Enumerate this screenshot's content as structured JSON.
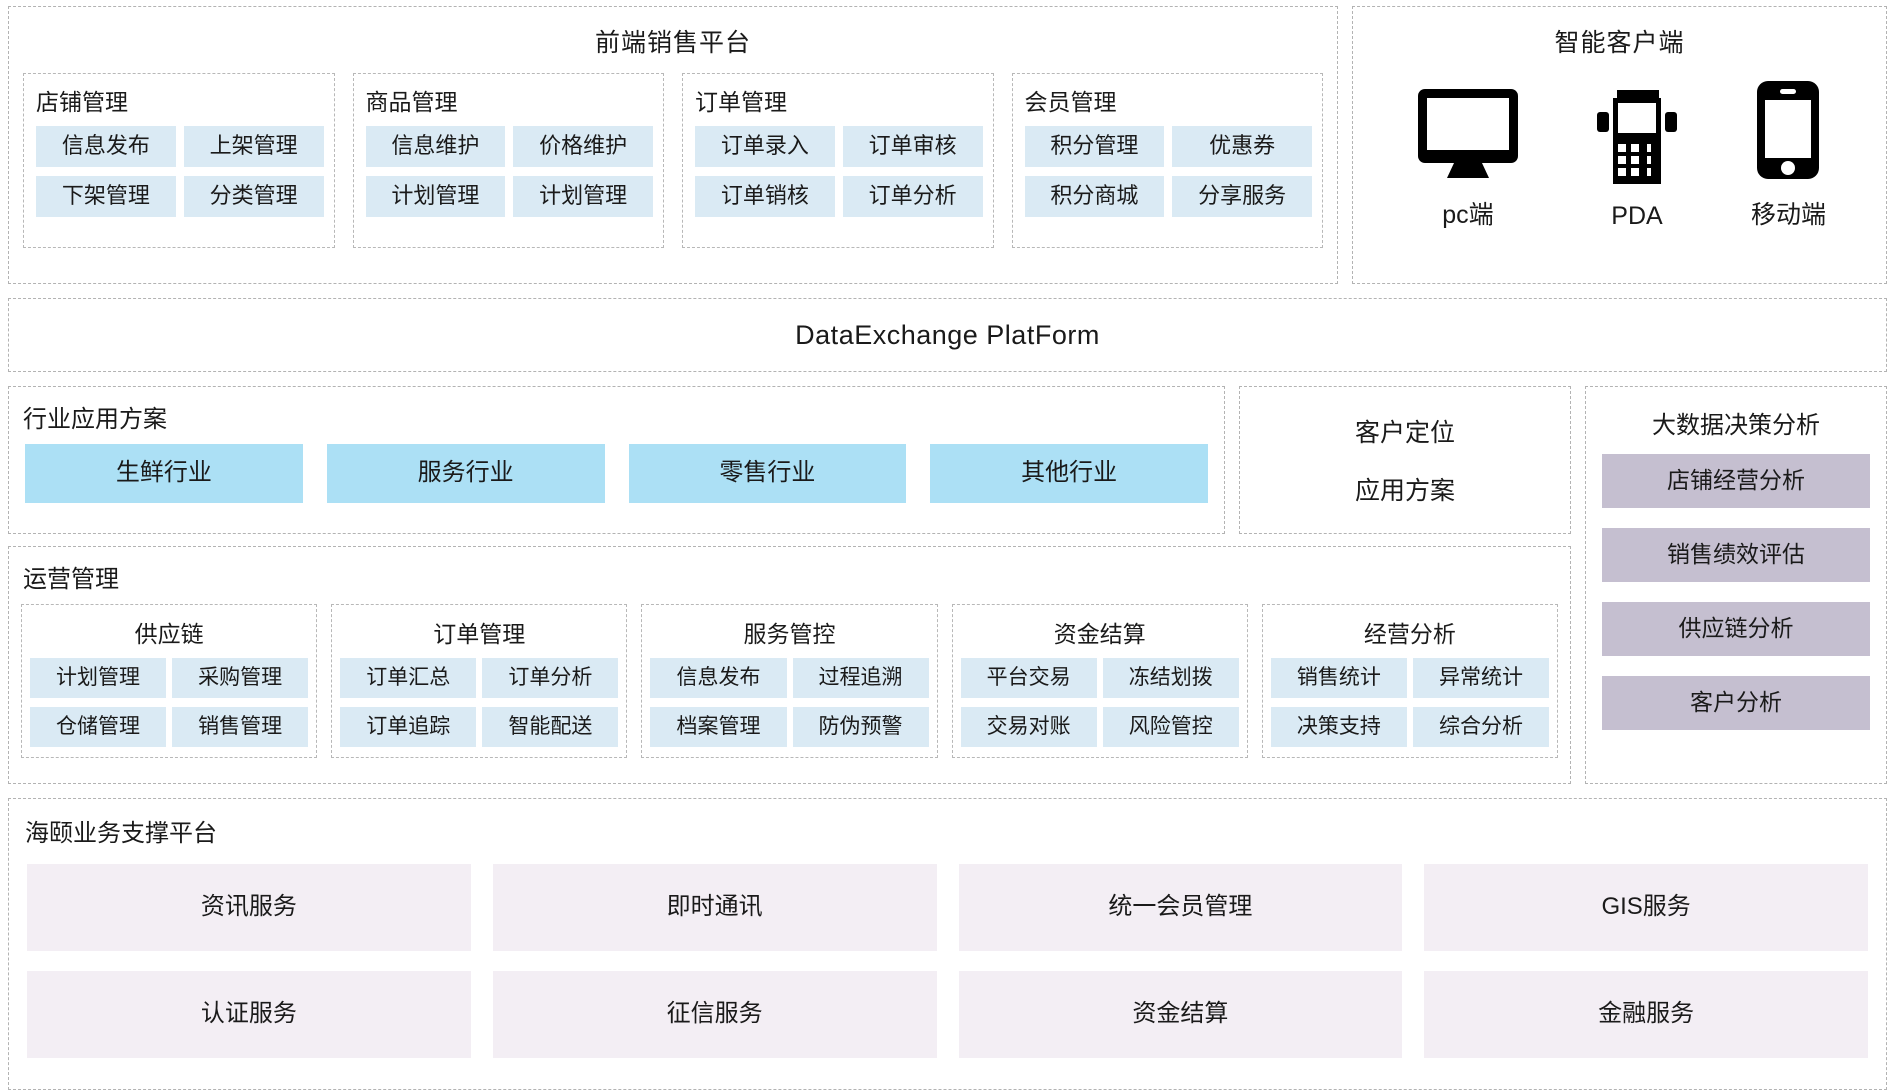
{
  "frontend": {
    "title": "前端销售平台",
    "groups": [
      {
        "title": "店铺管理",
        "items": [
          "信息发布",
          "上架管理",
          "下架管理",
          "分类管理"
        ]
      },
      {
        "title": "商品管理",
        "items": [
          "信息维护",
          "价格维护",
          "计划管理",
          "计划管理"
        ]
      },
      {
        "title": "订单管理",
        "items": [
          "订单录入",
          "订单审核",
          "订单销核",
          "订单分析"
        ]
      },
      {
        "title": "会员管理",
        "items": [
          "积分管理",
          "优惠券",
          "积分商城",
          "分享服务"
        ]
      }
    ]
  },
  "client": {
    "title": "智能客户端",
    "devices": [
      {
        "label": "pc端",
        "icon": "monitor-icon"
      },
      {
        "label": "PDA",
        "icon": "pda-icon"
      },
      {
        "label": "移动端",
        "icon": "mobile-icon"
      }
    ]
  },
  "dataexchange": {
    "title": "DataExchange  PlatForm"
  },
  "industry": {
    "title": "行业应用方案",
    "items": [
      "生鲜行业",
      "服务行业",
      "零售行业",
      "其他行业"
    ]
  },
  "locate": {
    "line1": "客户定位",
    "line2": "应用方案"
  },
  "operations": {
    "title": "运营管理",
    "groups": [
      {
        "title": "供应链",
        "items": [
          "计划管理",
          "采购管理",
          "仓储管理",
          "销售管理"
        ]
      },
      {
        "title": "订单管理",
        "items": [
          "订单汇总",
          "订单分析",
          "订单追踪",
          "智能配送"
        ]
      },
      {
        "title": "服务管控",
        "items": [
          "信息发布",
          "过程追溯",
          "档案管理",
          "防伪预警"
        ]
      },
      {
        "title": "资金结算",
        "items": [
          "平台交易",
          "冻结划拨",
          "交易对账",
          "风险管控"
        ]
      },
      {
        "title": "经营分析",
        "items": [
          "销售统计",
          "异常统计",
          "决策支持",
          "综合分析"
        ]
      }
    ]
  },
  "bigdata": {
    "title": "大数据决策分析",
    "items": [
      "店铺经营分析",
      "销售绩效评估",
      "供应链分析",
      "客户分析"
    ]
  },
  "support": {
    "title": "海颐业务支撑平台",
    "items": [
      "资讯服务",
      "即时通讯",
      "统一会员管理",
      "GIS服务",
      "认证服务",
      "征信服务",
      "资金结算",
      "金融服务"
    ]
  },
  "colors": {
    "tag_blue": "#daeaf4",
    "industry_blue": "#ace0f5",
    "bigdata_purple": "#c5bfd0",
    "support_pink": "#f3eef4",
    "dash_border": "#b3b3b3"
  }
}
